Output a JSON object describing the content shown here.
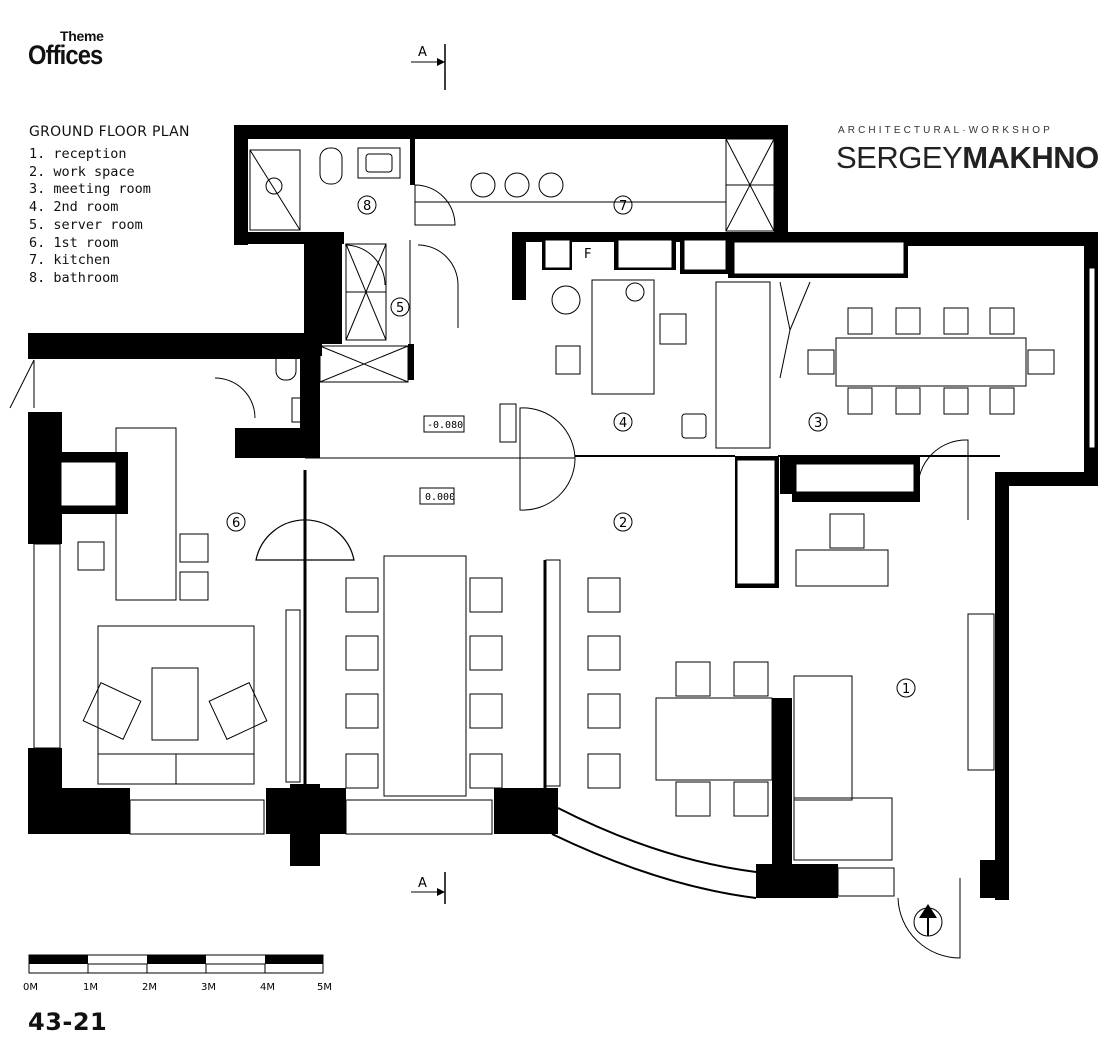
{
  "header": {
    "theme_label": "Theme",
    "category": "Offices"
  },
  "plan": {
    "title": "GROUND FLOOR PLAN"
  },
  "legend": [
    "1. reception",
    "2. work space",
    "3. meeting room",
    "4. 2nd room",
    "5. server room",
    "6. 1st room",
    "7. kitchen",
    "8. bathroom"
  ],
  "brand": {
    "tagline": "ARCHITECTURAL·WORKSHOP",
    "name_light": "SERGEY",
    "name_bold": "MAKHNO"
  },
  "room_numbers": [
    "1",
    "2",
    "3",
    "4",
    "5",
    "6",
    "7",
    "8"
  ],
  "section_marks": {
    "top": "A",
    "bottom": "A"
  },
  "fridge_label": "F",
  "levels": {
    "upper": "-0.080",
    "main": "0.000"
  },
  "scale_bar": {
    "labels": [
      "0M",
      "1M",
      "2M",
      "3M",
      "4M",
      "5M"
    ]
  },
  "page_number": "43-21",
  "colors": {
    "wall": "#000000",
    "line": "#111111",
    "paper": "#ffffff"
  }
}
